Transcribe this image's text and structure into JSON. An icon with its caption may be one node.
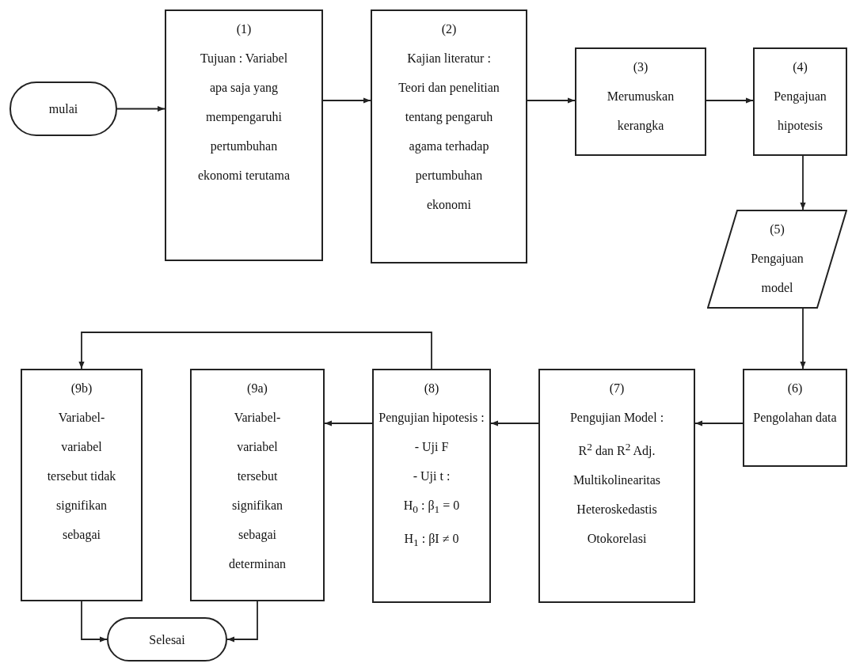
{
  "diagram": {
    "nodes": [
      {
        "text": [
          "mulai"
        ]
      },
      {
        "text": [
          "(1)",
          "Tujuan : Variabel apa saja yang mempengaruhi pertumbuhan ekonomi terutama"
        ]
      },
      {
        "text": [
          "(2)",
          "Kajian literatur : Teori dan penelitian tentang pengaruh agama terhadap pertumbuhan ekonomi"
        ]
      },
      {
        "text": [
          "(3)",
          "Merumuskan kerangka"
        ]
      },
      {
        "text": [
          "(4)",
          "Pengajuan hipotesis"
        ]
      },
      {
        "text": [
          "(5)",
          "Pengajuan model"
        ]
      },
      {
        "text": [
          "(6)",
          "Pengolahan data"
        ]
      },
      {
        "text": [
          "(7)",
          "Pengujian Model :",
          "R$^{2}$ dan R$^{2}$ Adj.",
          "Multikolinearitas",
          "Heteroskedastis",
          "Otokorelasi"
        ]
      },
      {
        "text": [
          "(8)",
          "Pengujian hipotesis :",
          "- Uji F",
          "- Uji t :",
          "H$_{0}$ : β$_{1}$ = 0",
          "H$_{1}$ : βI ≠ 0"
        ]
      },
      {
        "text": [
          "(9a)",
          "Variabel-variabel tersebut signifikan sebagai determinan"
        ]
      },
      {
        "text": [
          "(9b)",
          "Variabel-variabel tersebut tidak signifikan sebagai"
        ]
      },
      {
        "text": [
          "Selesai"
        ]
      }
    ],
    "edges": [
      {
        "from": 0,
        "to": 1,
        "arrow": "to"
      },
      {
        "from": 1,
        "to": 2,
        "arrow": "to"
      },
      {
        "from": 2,
        "to": 3,
        "arrow": "to"
      },
      {
        "from": 3,
        "to": 4,
        "arrow": "to"
      },
      {
        "from": 4,
        "to": 5,
        "arrow": "to"
      },
      {
        "from": 5,
        "to": 6,
        "arrow": "to"
      },
      {
        "from": 6,
        "to": 7,
        "arrow": "to"
      },
      {
        "from": 7,
        "to": 8,
        "arrow": "to"
      },
      {
        "from": 8,
        "to": 9,
        "arrow": "to"
      },
      {
        "from": 8,
        "to": 10,
        "arrow": "to"
      },
      {
        "from": 10,
        "to": 11,
        "arrow": "to"
      },
      {
        "from": 9,
        "to": 11,
        "arrow": "to"
      }
    ]
  }
}
